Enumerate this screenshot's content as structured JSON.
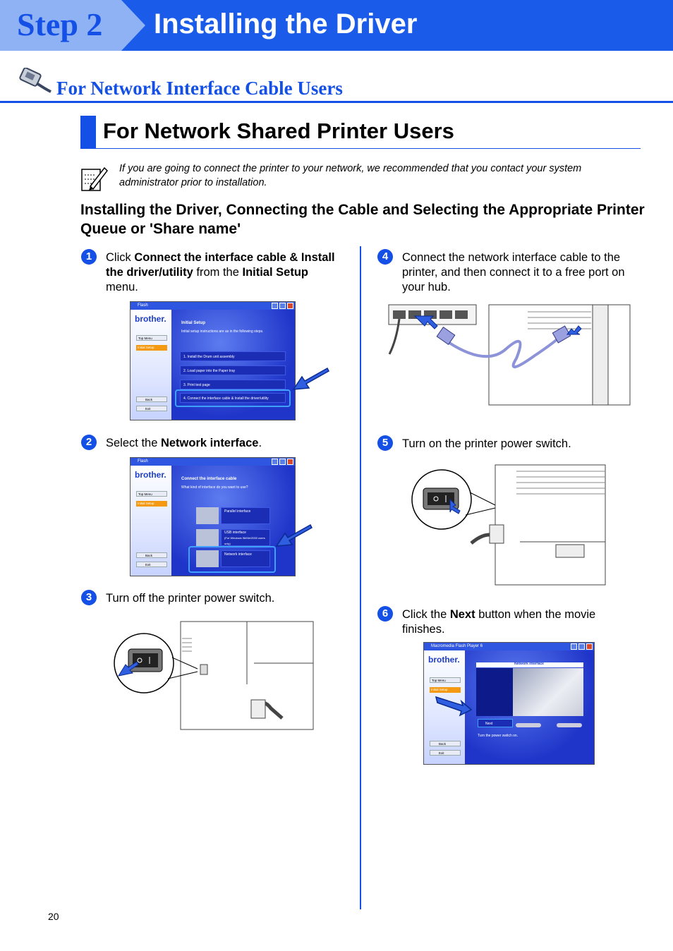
{
  "header": {
    "step": "Step 2",
    "title": "Installing the Driver"
  },
  "section": {
    "title": "For Network Interface Cable Users"
  },
  "subsection": {
    "title": "For Network Shared Printer Users"
  },
  "note": {
    "text": "If you are going to connect the printer to your network, we recommended that you contact your system administrator prior to installation."
  },
  "main_heading": "Installing the Driver, Connecting the Cable and Selecting the Appropriate Printer Queue or 'Share name'",
  "steps": [
    {
      "num": "1",
      "pre": "Click ",
      "b1": "Connect the interface cable & Install the driver/utility",
      "mid": " from the ",
      "b2": "Initial Setup",
      "post": " menu."
    },
    {
      "num": "2",
      "pre": "Select the ",
      "b1": "Network interface",
      "post": "."
    },
    {
      "num": "3",
      "text": "Turn off the printer power switch."
    },
    {
      "num": "4",
      "text": "Connect the network interface cable to the printer, and then connect it to a free port on your hub."
    },
    {
      "num": "5",
      "text": "Turn on the printer power switch."
    },
    {
      "num": "6",
      "pre": "Click the ",
      "b1": "Next",
      "post": " button when the movie finishes."
    }
  ],
  "shot1": {
    "window_title": "Flash",
    "brand": "brother.",
    "menu": [
      "Top Menu",
      "Initial Setup"
    ],
    "heading": "Initial Setup",
    "subheading": "Initial setup instructions are as in the following steps.",
    "items": [
      "1. Install the Drum unit assembly",
      "2. Load paper into the Paper tray",
      "3. Print test page",
      "4. Connect the interface cable & Install the driver/utility"
    ],
    "back": "Back",
    "exit": "Exit"
  },
  "shot2": {
    "window_title": "Flash",
    "brand": "brother.",
    "menu": [
      "Top Menu",
      "Initial Setup"
    ],
    "heading": "Connect the interface cable",
    "subheading": "What kind of interface do you want to use?",
    "items": [
      "Parallel interface",
      "USB interface",
      "Network interface"
    ],
    "usb_note": "(For Windows 98/Me/2000 users only)",
    "back": "Back",
    "exit": "Exit"
  },
  "shot6": {
    "window_title": "Macromedia Flash Player 6",
    "brand": "brother.",
    "menu": [
      "Top Menu",
      "Initial Setup"
    ],
    "heading": "Network interface",
    "next": "Next",
    "caption": "Turn the power switch on.",
    "back": "Back",
    "exit": "Exit"
  },
  "page_number": "20",
  "colors": {
    "brand_blue": "#1450e6",
    "header_blue": "#1a5bea",
    "step_tab": "#8fb2f5"
  }
}
